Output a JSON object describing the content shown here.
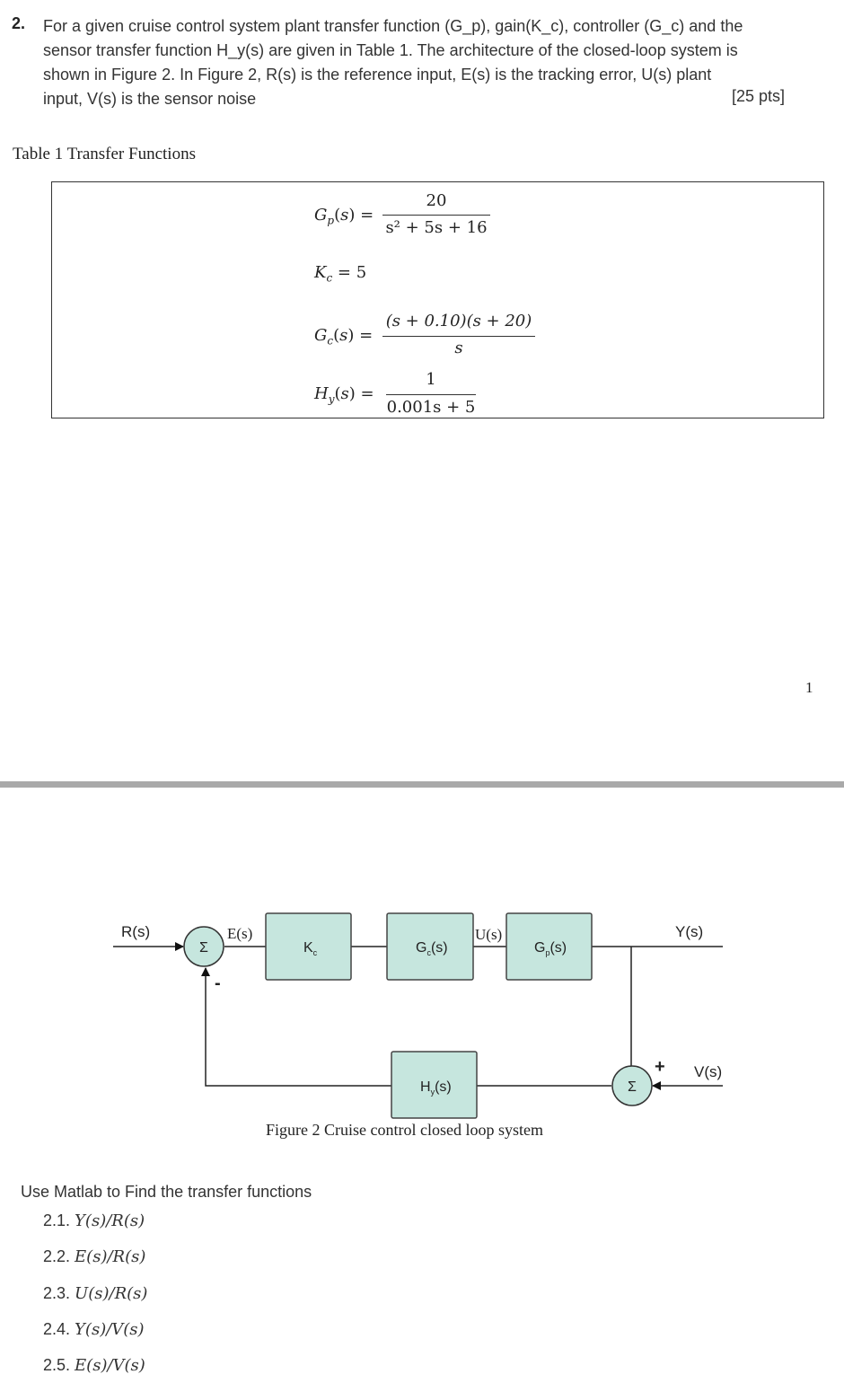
{
  "question": {
    "number": "2.",
    "lines": [
      "For a given cruise control system plant transfer function (G_p), gain(K_c), controller (G_c) and the",
      "sensor transfer function H_y(s) are given in Table 1. The architecture of the closed-loop system is",
      "shown in Figure 2. In Figure 2, R(s) is the reference input, E(s) is the tracking error, U(s) plant",
      "input, V(s) is the sensor noise"
    ],
    "points": "[25 pts]"
  },
  "table": {
    "caption": "Table 1 Transfer Functions",
    "equations": {
      "gp": {
        "num": "20",
        "den": "s² + 5s + 16"
      },
      "kc": {
        "value": "= 5"
      },
      "gc": {
        "num": "(s + 0.10)(s + 20)",
        "den": "s"
      },
      "hy": {
        "num": "1",
        "den": "0.001s + 5"
      }
    }
  },
  "page_number": "1",
  "figure": {
    "caption": "Figure 2 Cruise control closed loop system",
    "labels": {
      "r": "R(s)",
      "e": "E(s)",
      "u": "U(s)",
      "y": "Y(s)",
      "v": "V(s)",
      "minus": "-",
      "plus": "+",
      "sigma": "Σ"
    },
    "blocks": {
      "kc": "K",
      "kc_sub": "c",
      "gc": "G",
      "gc_sub": "c",
      "gc_tail": "(s)",
      "gp": "G",
      "gp_sub": "p",
      "gp_tail": "(s)",
      "hy": "H",
      "hy_sub": "y",
      "hy_tail": "(s)"
    },
    "colors": {
      "block_fill": "#c6e6de",
      "block_stroke": "#444444"
    }
  },
  "instructions": {
    "intro": "Use Matlab to Find the transfer functions",
    "items": [
      {
        "num": "2.1.",
        "expr": "Y(s)/R(s)"
      },
      {
        "num": "2.2.",
        "expr": "E(s)/R(s)"
      },
      {
        "num": "2.3.",
        "expr": "U(s)/R(s)"
      },
      {
        "num": "2.4.",
        "expr": "Y(s)/V(s)"
      },
      {
        "num": "2.5.",
        "expr": "E(s)/V(s)"
      }
    ]
  }
}
